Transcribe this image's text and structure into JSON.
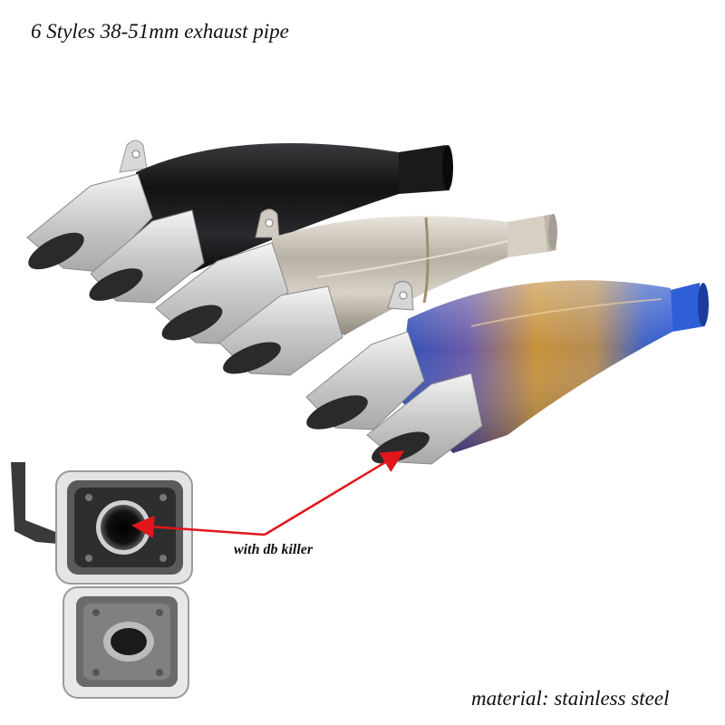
{
  "title": "6 Styles 38-51mm exhaust pipe",
  "callout": "with db killer",
  "material": "material: stainless steel",
  "colors": {
    "black_finish": "#1a1a1c",
    "stainless_finish": "#c9c2b8",
    "titanium_blue": "#3a5fc2",
    "titanium_gold": "#c7913a",
    "tip_silver": "#dcdcdc",
    "arrow": "#e0161b"
  }
}
